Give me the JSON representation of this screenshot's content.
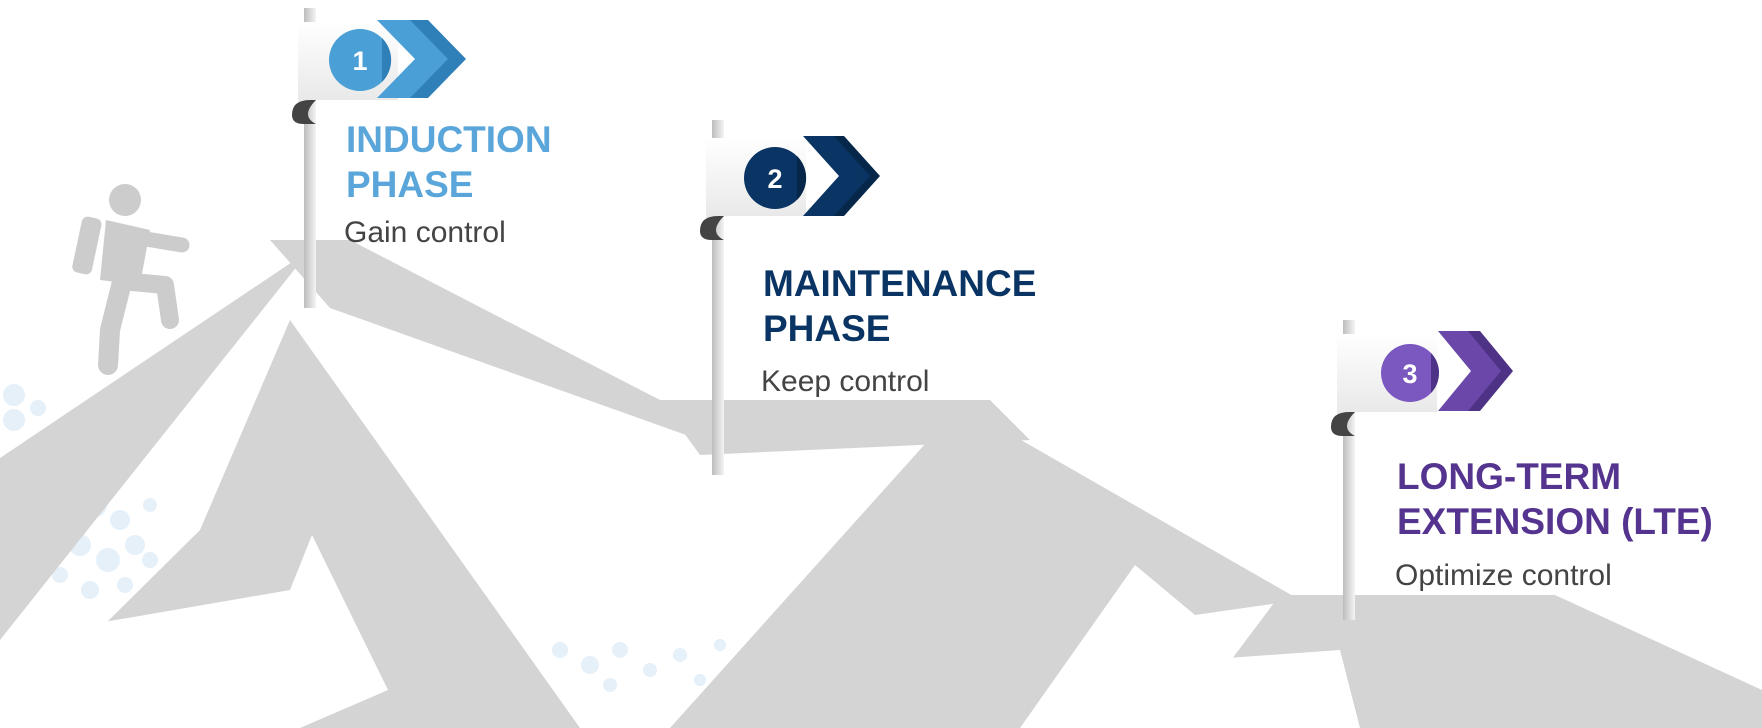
{
  "phases": [
    {
      "number": "1",
      "title_line1": "INDUCTION",
      "title_line2": "PHASE",
      "subtitle": "Gain control",
      "color": "#4a9fd6",
      "color_dark": "#2f7fb8"
    },
    {
      "number": "2",
      "title_line1": "MAINTENANCE",
      "title_line2": "PHASE",
      "subtitle": "Keep control",
      "color": "#0a3463",
      "color_dark": "#06264a"
    },
    {
      "number": "3",
      "title_line1": "LONG-TERM",
      "title_line2": "EXTENSION (LTE)",
      "subtitle": "Optimize control",
      "color": "#6a47a8",
      "color_dark": "#4e3285"
    }
  ],
  "icons": [
    "hiker-icon",
    "mountain-range",
    "dot-pattern"
  ]
}
